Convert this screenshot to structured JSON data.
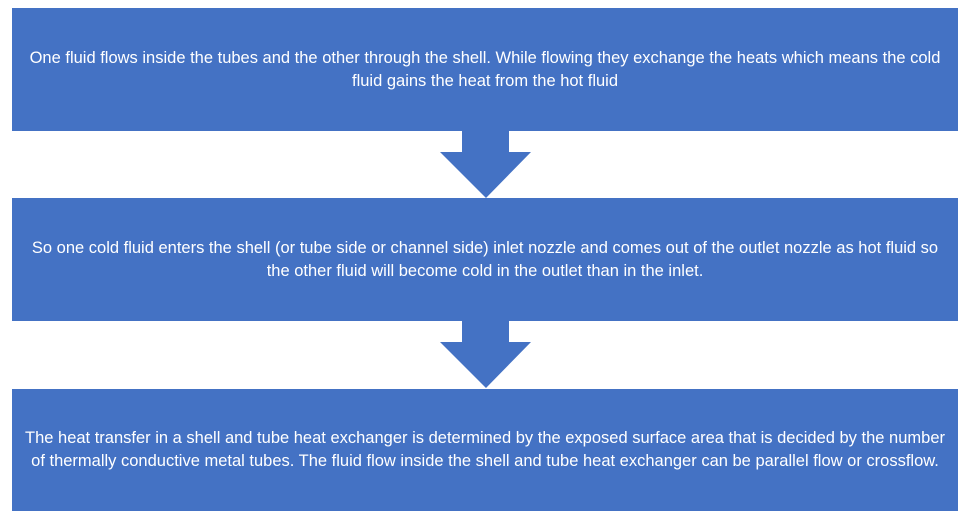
{
  "colors": {
    "box": "#4472C4",
    "text": "#FFFFFF"
  },
  "steps": [
    {
      "text": "One fluid flows inside the tubes and the other through the shell. While flowing they exchange the heats which means the cold fluid gains the heat from the hot fluid"
    },
    {
      "text": "So one cold fluid enters the shell (or tube side or channel side) inlet nozzle and comes out of the outlet nozzle as hot fluid so the other fluid will become cold in the outlet than in the inlet."
    },
    {
      "text": "The heat transfer in a shell and tube heat exchanger is determined by the exposed surface area that is decided by the number of thermally conductive metal tubes. The fluid flow inside the shell and tube heat exchanger can be parallel flow or crossflow."
    }
  ]
}
